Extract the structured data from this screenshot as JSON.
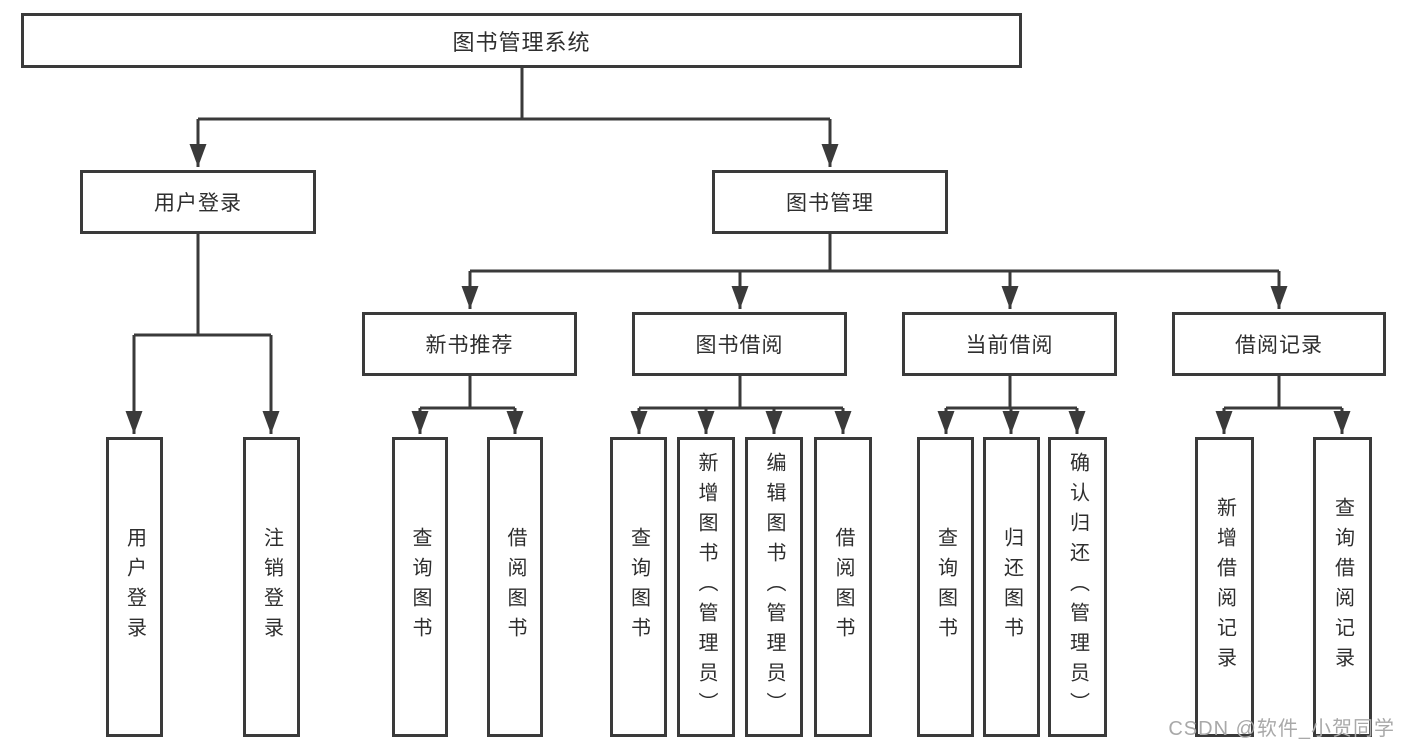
{
  "diagram": {
    "root": {
      "label": "图书管理系统"
    },
    "level2": [
      {
        "id": "user-login",
        "label": "用户登录"
      },
      {
        "id": "book-management",
        "label": "图书管理"
      }
    ],
    "level3": [
      {
        "id": "new-book-recommend",
        "label": "新书推荐"
      },
      {
        "id": "book-borrowing",
        "label": "图书借阅"
      },
      {
        "id": "current-borrowing",
        "label": "当前借阅"
      },
      {
        "id": "borrowing-records",
        "label": "借阅记录"
      }
    ],
    "leaves": {
      "user_login": [
        {
          "label": "用户登录"
        },
        {
          "label": "注销登录"
        }
      ],
      "new_book_recommend": [
        {
          "label": "查询图书"
        },
        {
          "label": "借阅图书"
        }
      ],
      "book_borrowing": [
        {
          "label": "查询图书"
        },
        {
          "label": "新增图书（管理员）"
        },
        {
          "label": "编辑图书（管理员）"
        },
        {
          "label": "借阅图书"
        }
      ],
      "current_borrowing": [
        {
          "label": "查询图书"
        },
        {
          "label": "归还图书"
        },
        {
          "label": "确认归还（管理员）"
        }
      ],
      "borrowing_records": [
        {
          "label": "新增借阅记录"
        },
        {
          "label": "查询借阅记录"
        }
      ]
    },
    "watermark": "CSDN @软件_小贺同学",
    "colors": {
      "line": "#3a3a3a",
      "text": "#2e2e2e",
      "box_background": "#ffffff",
      "watermark": "#a9a9a9"
    }
  }
}
